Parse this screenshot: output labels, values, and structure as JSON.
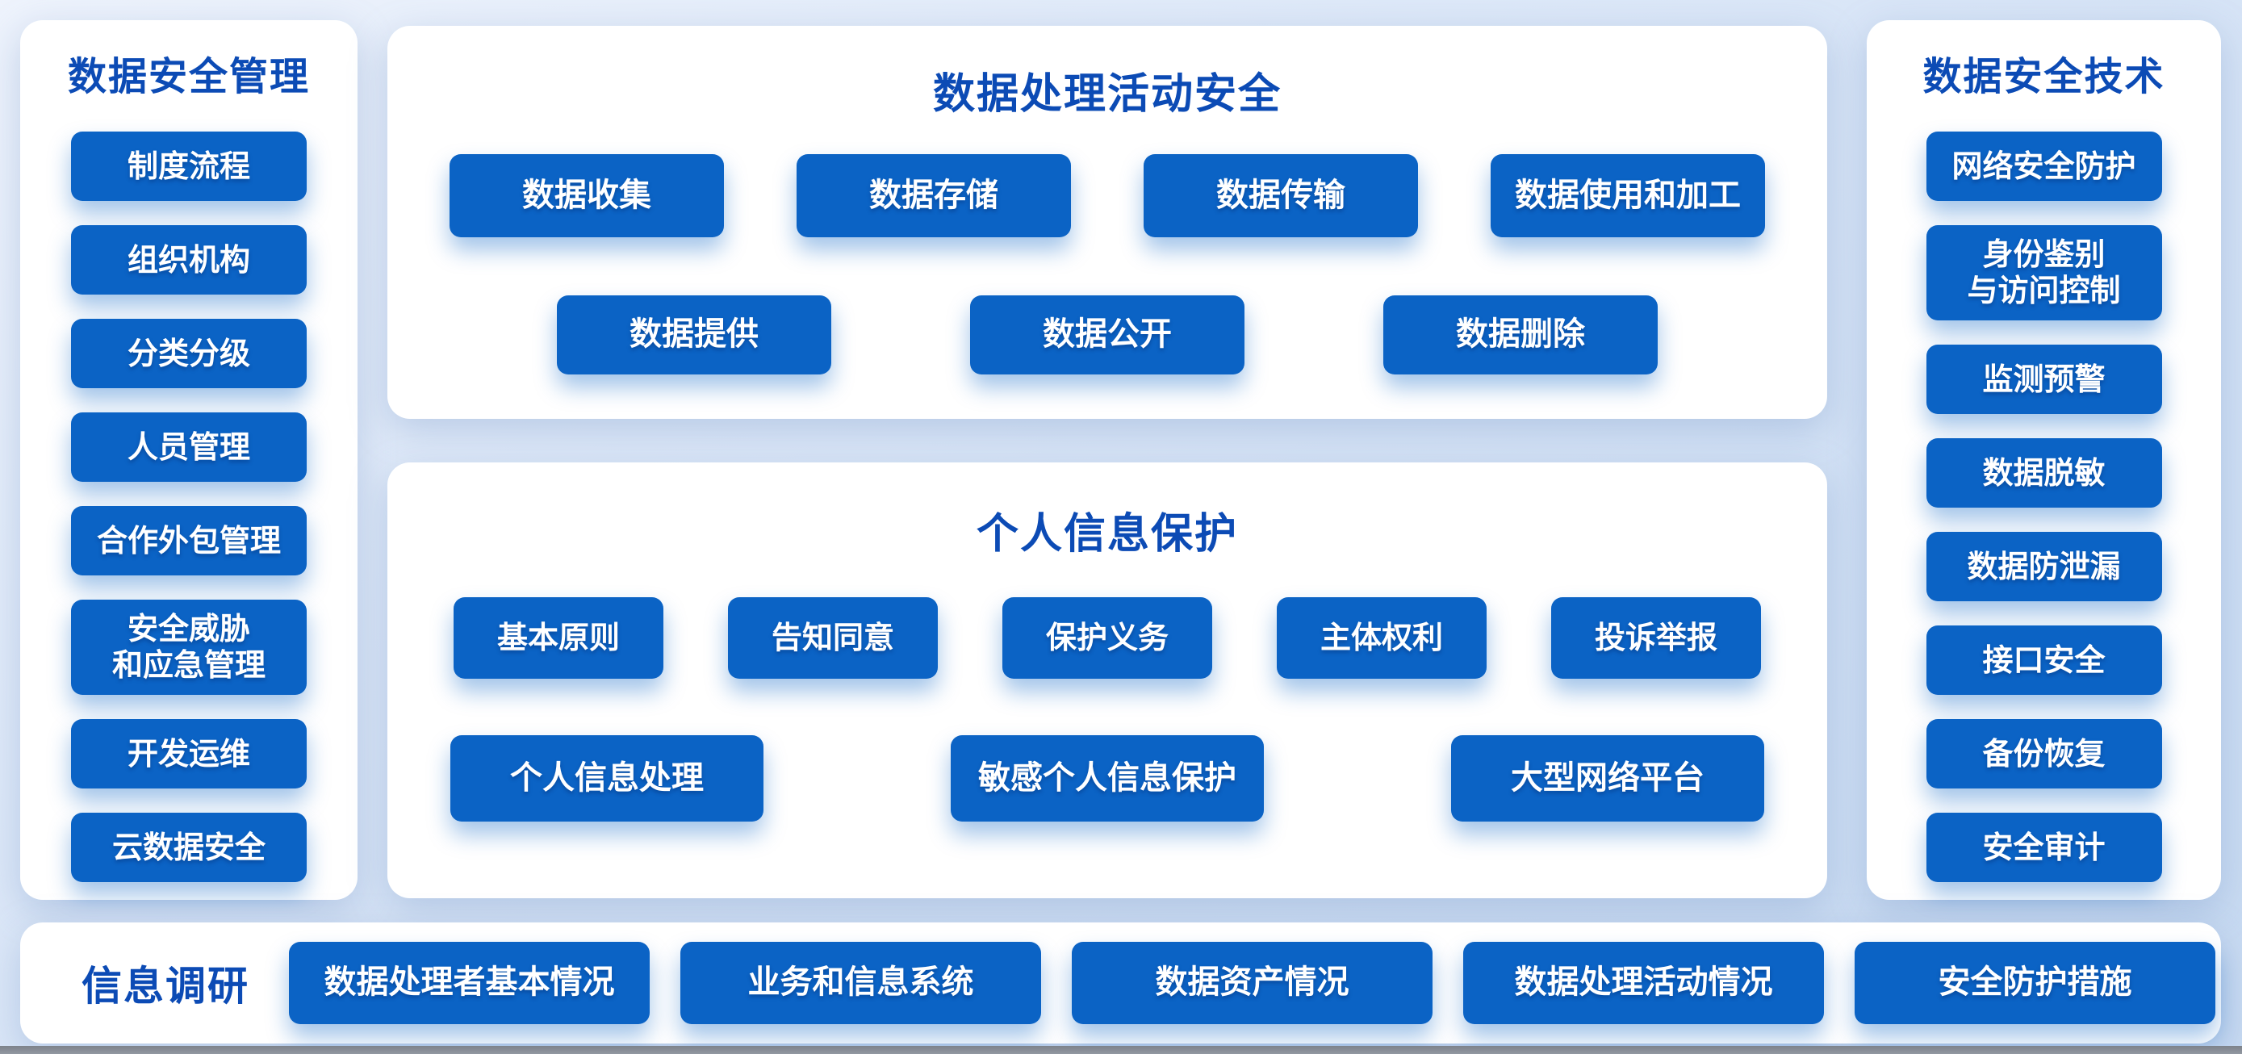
{
  "colors": {
    "pill_blue": "#0b63c5",
    "title_blue": "#0c4bb5",
    "panel_bg": "#ffffff",
    "page_bg_light": "#eef3fc",
    "page_bg_dark": "#c6d9f1",
    "bottom_strip_gray": "#8a8f99"
  },
  "left_panel": {
    "title": "数据安全管理",
    "items": [
      "制度流程",
      "组织机构",
      "分类分级",
      "人员管理",
      "合作外包管理",
      "安全威胁\n和应急管理",
      "开发运维",
      "云数据安全"
    ]
  },
  "center_top_panel": {
    "title": "数据处理活动安全",
    "row1": [
      "数据收集",
      "数据存储",
      "数据传输",
      "数据使用和加工"
    ],
    "row2": [
      "数据提供",
      "数据公开",
      "数据删除"
    ]
  },
  "center_bottom_panel": {
    "title": "个人信息保护",
    "row1": [
      "基本原则",
      "告知同意",
      "保护义务",
      "主体权利",
      "投诉举报"
    ],
    "row2": [
      "个人信息处理",
      "敏感个人信息保护",
      "大型网络平台"
    ]
  },
  "right_panel": {
    "title": "数据安全技术",
    "items": [
      "网络安全防护",
      "身份鉴别\n与访问控制",
      "监测预警",
      "数据脱敏",
      "数据防泄漏",
      "接口安全",
      "备份恢复",
      "安全审计"
    ]
  },
  "bottom_bar": {
    "title": "信息调研",
    "items": [
      "数据处理者基本情况",
      "业务和信息系统",
      "数据资产情况",
      "数据处理活动情况",
      "安全防护措施"
    ]
  }
}
